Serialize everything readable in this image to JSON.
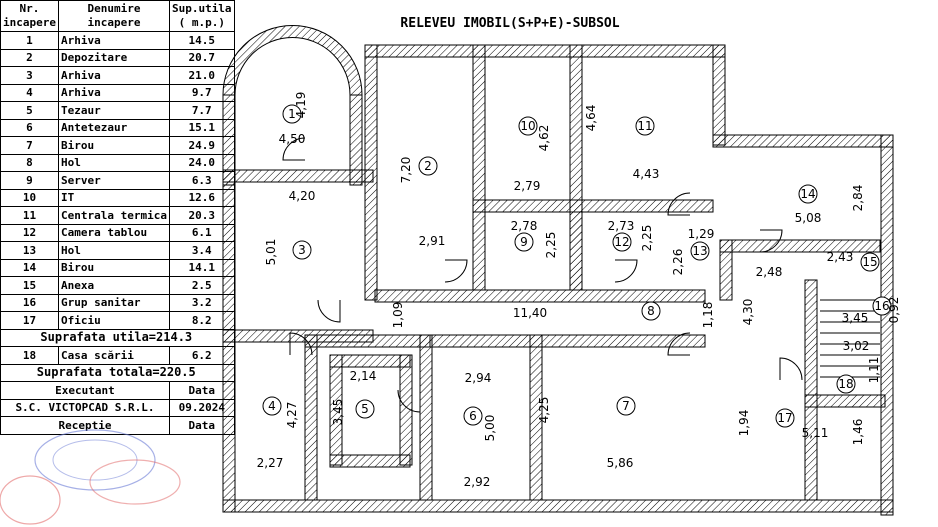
{
  "title": "RELEVEU IMOBIL(S+P+E)-SUBSOL",
  "legend": {
    "header": {
      "nr_line1": "Nr.",
      "nr_line2": "incapere",
      "name_line1": "Denumire",
      "name_line2": "incapere",
      "area_line1": "Sup.utila",
      "area_line2": "( m.p.)"
    },
    "rooms": [
      {
        "nr": "1",
        "name": "Arhiva",
        "area": "14.5"
      },
      {
        "nr": "2",
        "name": "Depozitare",
        "area": "20.7"
      },
      {
        "nr": "3",
        "name": "Arhiva",
        "area": "21.0"
      },
      {
        "nr": "4",
        "name": "Arhiva",
        "area": "9.7"
      },
      {
        "nr": "5",
        "name": "Tezaur",
        "area": "7.7"
      },
      {
        "nr": "6",
        "name": "Antetezaur",
        "area": "15.1"
      },
      {
        "nr": "7",
        "name": "Birou",
        "area": "24.9"
      },
      {
        "nr": "8",
        "name": "Hol",
        "area": "24.0"
      },
      {
        "nr": "9",
        "name": "Server",
        "area": "6.3"
      },
      {
        "nr": "10",
        "name": "IT",
        "area": "12.6"
      },
      {
        "nr": "11",
        "name": "Centrala termica",
        "area": "20.3"
      },
      {
        "nr": "12",
        "name": "Camera tablou",
        "area": "6.1"
      },
      {
        "nr": "13",
        "name": "Hol",
        "area": "3.4"
      },
      {
        "nr": "14",
        "name": "Birou",
        "area": "14.1"
      },
      {
        "nr": "15",
        "name": "Anexa",
        "area": "2.5"
      },
      {
        "nr": "16",
        "name": "Grup sanitar",
        "area": "3.2"
      },
      {
        "nr": "17",
        "name": "Oficiu",
        "area": "8.2"
      }
    ],
    "usable_total": "Suprafata utila=214.3",
    "stair": {
      "nr": "18",
      "name": "Casa scării",
      "area": "6.2"
    },
    "grand_total": "Suprafata totala=220.5",
    "executant_label": "Executant",
    "date_label": "Data",
    "executant": "S.C. VICTOPCAD S.R.L.",
    "date": "09.2024",
    "reception_label": "Receptie",
    "reception_date_label": "Data"
  },
  "plan": {
    "room_numbers": [
      "1",
      "2",
      "3",
      "4",
      "5",
      "6",
      "7",
      "8",
      "9",
      "10",
      "11",
      "12",
      "13",
      "14",
      "15",
      "16",
      "17",
      "18"
    ],
    "dims": [
      "4,19",
      "4,50",
      "7,20",
      "4,62",
      "4,64",
      "4,20",
      "2,79",
      "4,43",
      "2,84",
      "5,08",
      "5,01",
      "2,78",
      "2,73",
      "2,25",
      "2,25",
      "2,26",
      "1,29",
      "2,91",
      "2,48",
      "2,43",
      "1,09",
      "11,40",
      "1,18",
      "4,30",
      "3,45",
      "0,92",
      "3,02",
      "1,11",
      "2,14",
      "2,94",
      "4,27",
      "3,45",
      "5,00",
      "4,25",
      "1,94",
      "5,11",
      "1,46",
      "2,27",
      "2,92",
      "5,86"
    ]
  }
}
